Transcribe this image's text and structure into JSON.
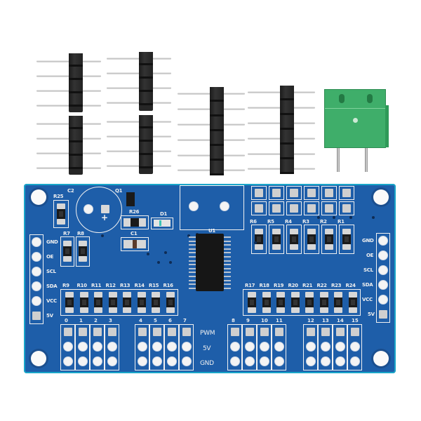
{
  "scene": {
    "description": "PCA9685-style 16-channel PWM servo driver board with loose header pins and green screw terminal",
    "background": "#ffffff",
    "pcb_color": "#1e5ea9",
    "silkscreen_color": "#f1f1f1",
    "terminal_color": "#3fae6a"
  },
  "components": {
    "c2": "C2",
    "q1": "Q1",
    "r25": "R25",
    "r26": "R26",
    "d1": "D1",
    "c1": "C1",
    "u1": "U1",
    "r7": "R7",
    "r8": "R8",
    "plus": "+",
    "top_right_resistors": [
      "R6",
      "R5",
      "R4",
      "R3",
      "R2",
      "R1"
    ],
    "left_bank_resistors": [
      "R9",
      "R10",
      "R11",
      "R12",
      "R13",
      "R14",
      "R15",
      "R16"
    ],
    "right_bank_resistors": [
      "R17",
      "R18",
      "R19",
      "R20",
      "R21",
      "R22",
      "R23",
      "R24"
    ]
  },
  "left_header_labels": [
    "GND",
    "OE",
    "SCL",
    "SDA",
    "VCC",
    "5V"
  ],
  "right_header_labels": [
    "GND",
    "OE",
    "SCL",
    "SDA",
    "VCC",
    "5V"
  ],
  "channels": [
    "0",
    "1",
    "2",
    "3",
    "4",
    "5",
    "6",
    "7",
    "8",
    "9",
    "10",
    "11",
    "12",
    "13",
    "14",
    "15"
  ],
  "row_labels": {
    "pwm": "PWM",
    "v5": "5V",
    "gnd": "GND"
  },
  "loose_parts": {
    "header_strips_4pin": 4,
    "header_strips_6pin": 2,
    "screw_terminal_2pin": 1
  }
}
